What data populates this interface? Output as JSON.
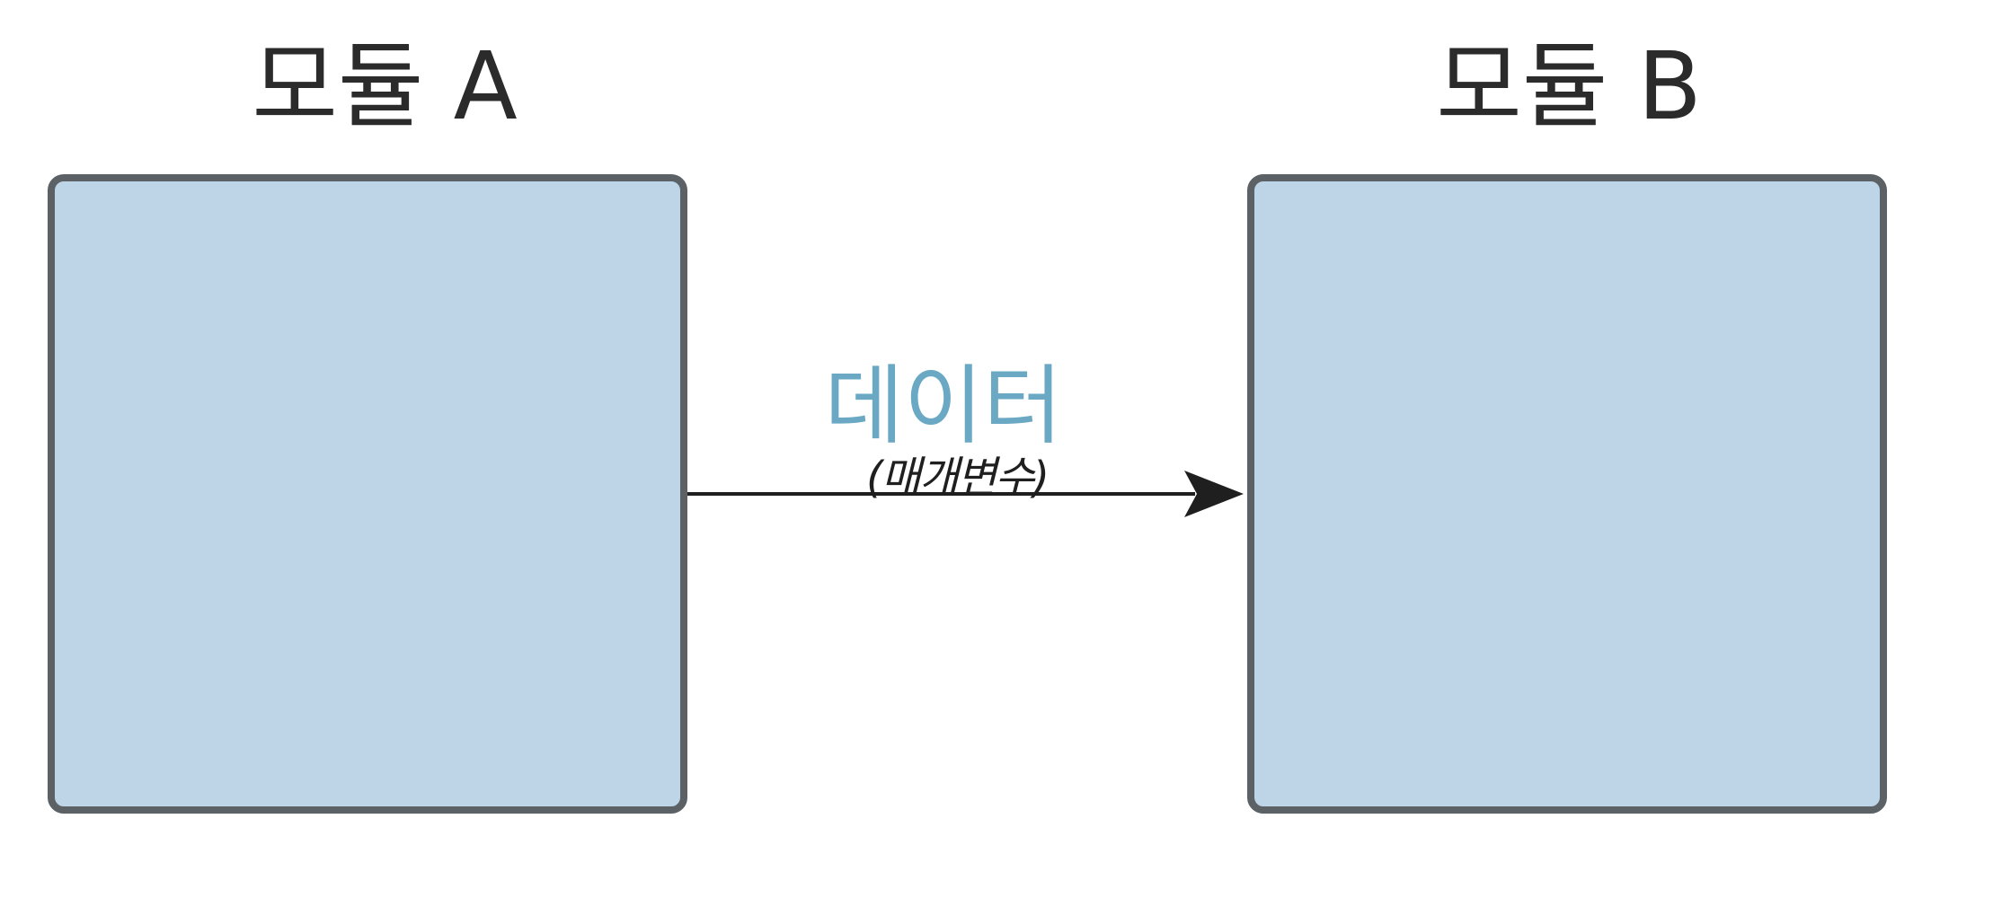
{
  "modules": [
    {
      "label": "모듈 A"
    },
    {
      "label": "모듈 B"
    }
  ],
  "connection": {
    "label": "데이터",
    "note": "(매개변수)",
    "direction": "A-to-B"
  },
  "colors": {
    "box_fill": "#bed5e7",
    "box_border": "#5c6166",
    "label_text": "#2b2b2b",
    "edge_label": "#6aa8c4",
    "arrow": "#1f1f1f"
  }
}
